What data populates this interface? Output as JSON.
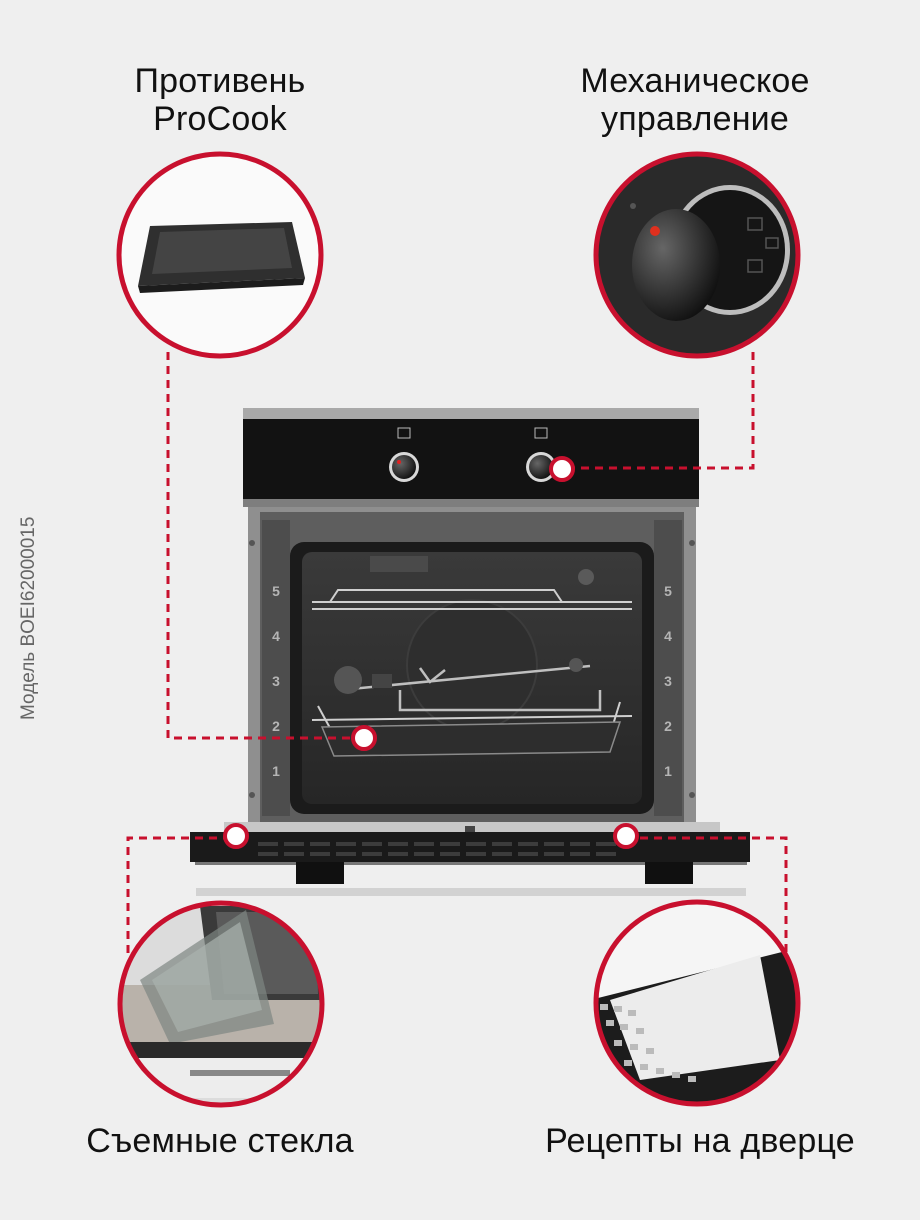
{
  "callouts": {
    "tray": "Противень\nProCook",
    "control": "Механическое\nуправление",
    "glass": "Съемные стекла",
    "recipes": "Рецепты на дверце"
  },
  "model_text": "Модель BOEI62000015",
  "colors": {
    "accent": "#c8102e",
    "background": "#efefef"
  }
}
